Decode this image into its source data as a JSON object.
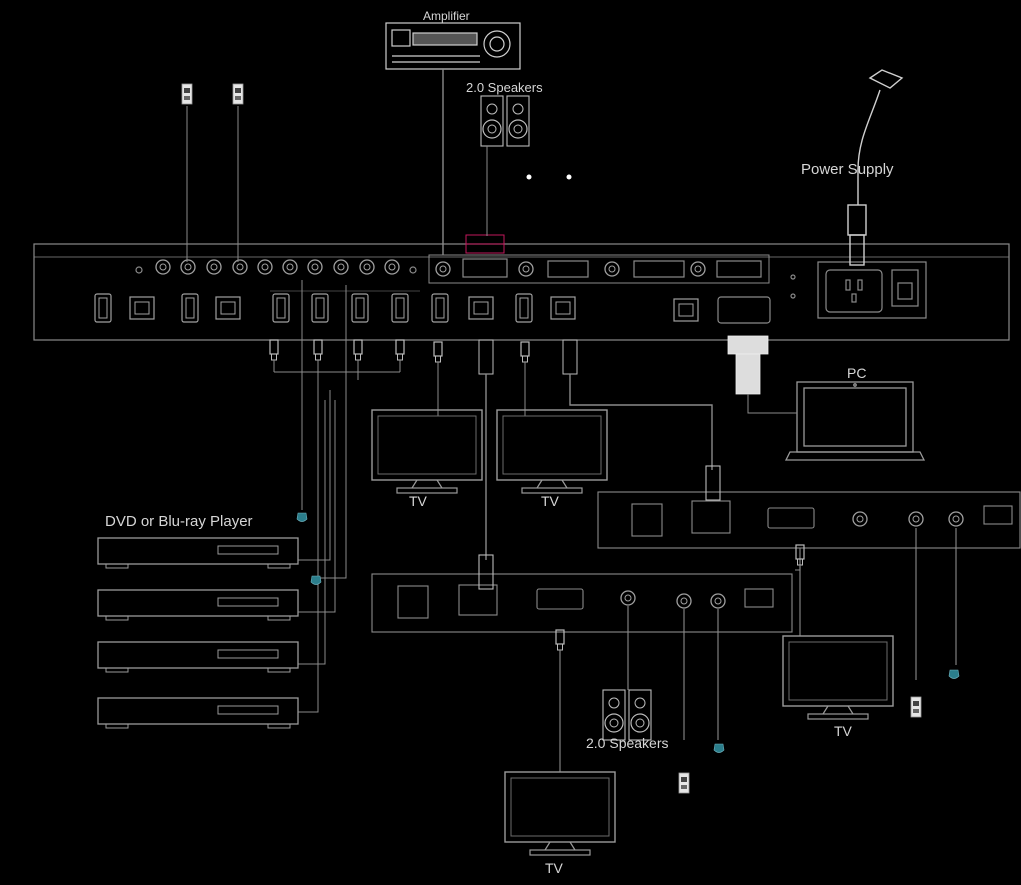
{
  "labels": {
    "amplifier": "Amplifier",
    "speakers_top": "2.0 Speakers",
    "power_supply": "Power Supply",
    "pc": "PC",
    "tv_1": "TV",
    "tv_2": "TV",
    "dvd_player": "DVD or Blu-ray Player",
    "speakers_bottom": "2.0 Speakers",
    "tv_3": "TV",
    "tv_4": "TV"
  },
  "colors": {
    "background": "#000000",
    "line": "#8a8a8a",
    "text": "#d6d6d6",
    "accent_connector": "#2b7e8c",
    "accent_terminal": "#c2185b"
  }
}
